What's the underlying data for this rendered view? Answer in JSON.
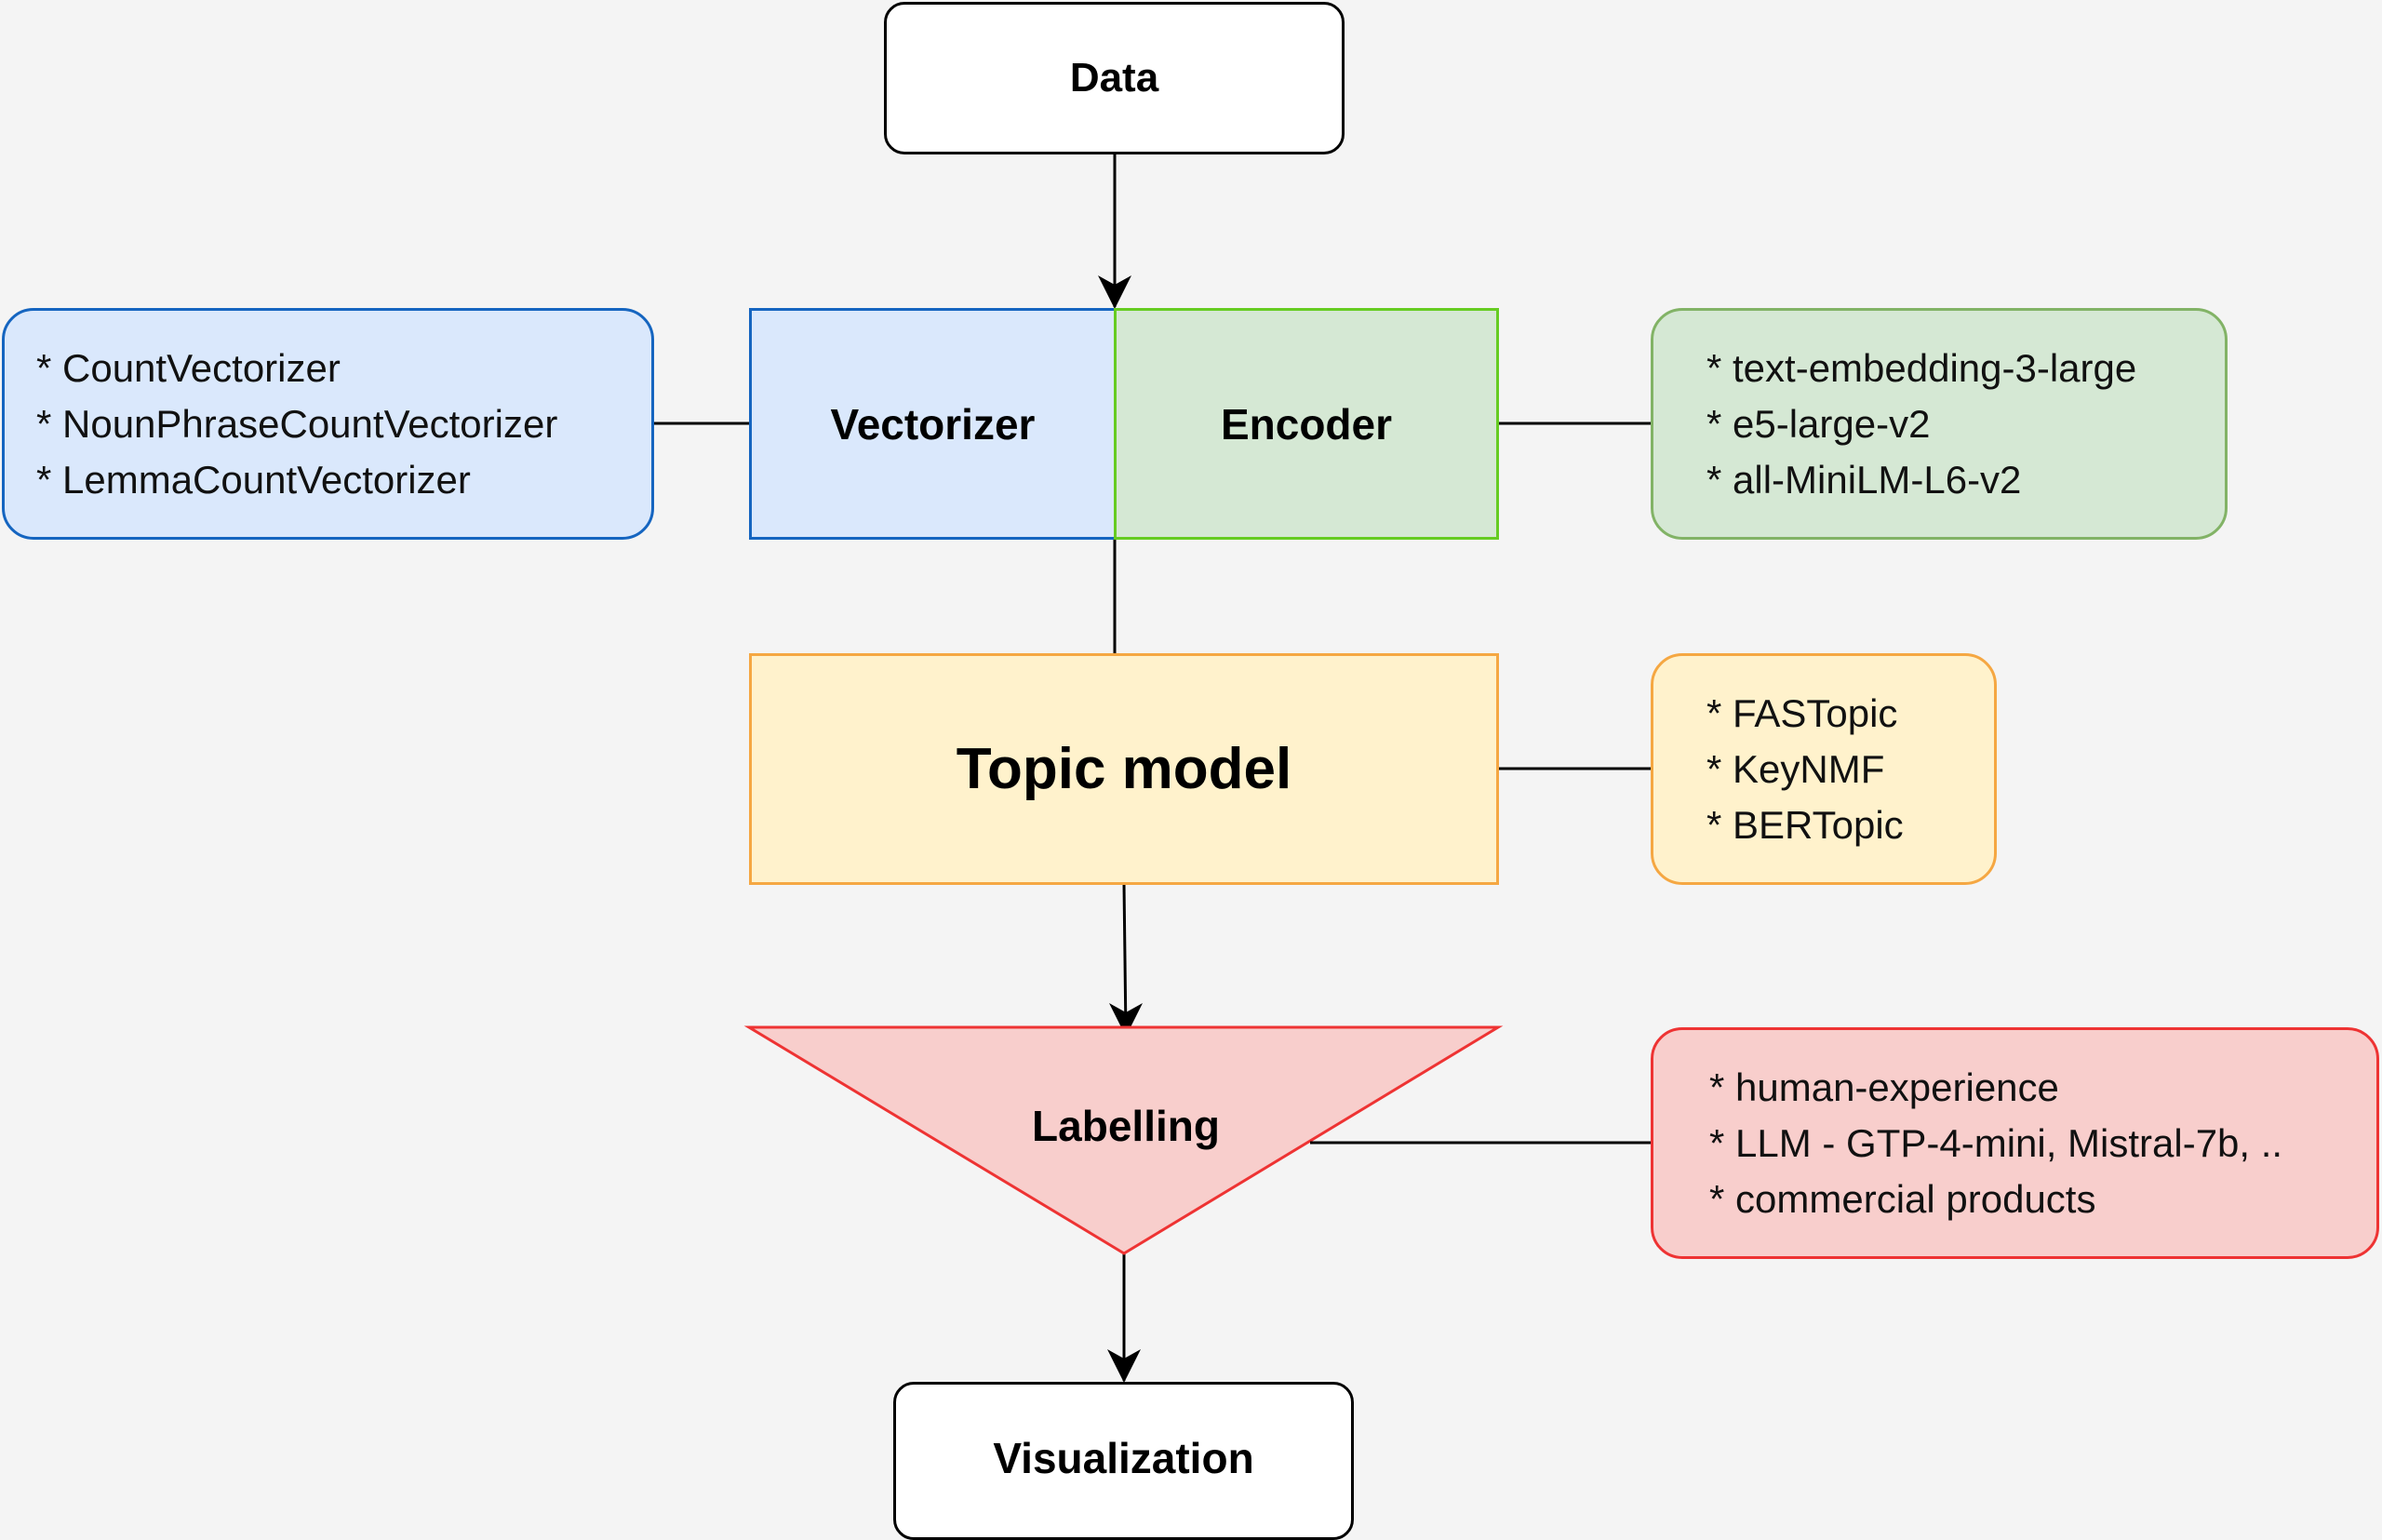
{
  "nodes": {
    "data": "Data",
    "vectorizer": "Vectorizer",
    "encoder": "Encoder",
    "topic_model": "Topic model",
    "labelling": "Labelling",
    "visualization": "Visualization"
  },
  "lists": {
    "vectorizers": [
      "* CountVectorizer",
      "* NounPhraseCountVectorizer",
      "* LemmaCountVectorizer"
    ],
    "encoders": [
      "* text-embedding-3-large",
      "* e5-large-v2",
      "* all-MiniLM-L6-v2"
    ],
    "topic_models": [
      "* FASTopic",
      "* KeyNMF",
      "* BERTopic"
    ],
    "labellers": [
      "* human-experience",
      "* LLM - GTP-4-mini, Mistral-7b, ..",
      "* commercial products"
    ]
  },
  "colors": {
    "background": "#f4f4f4",
    "vectorizer_fill": "#dae8fc",
    "vectorizer_stroke": "#1565c0",
    "encoder_fill": "#d5e8d4",
    "encoder_stroke": "#66cc22",
    "encoder_list_stroke": "#82b366",
    "topic_fill": "#fff2cc",
    "topic_stroke": "#f5a742",
    "label_fill": "#f8cecc",
    "label_stroke": "#ee3333",
    "edge": "#000000"
  }
}
